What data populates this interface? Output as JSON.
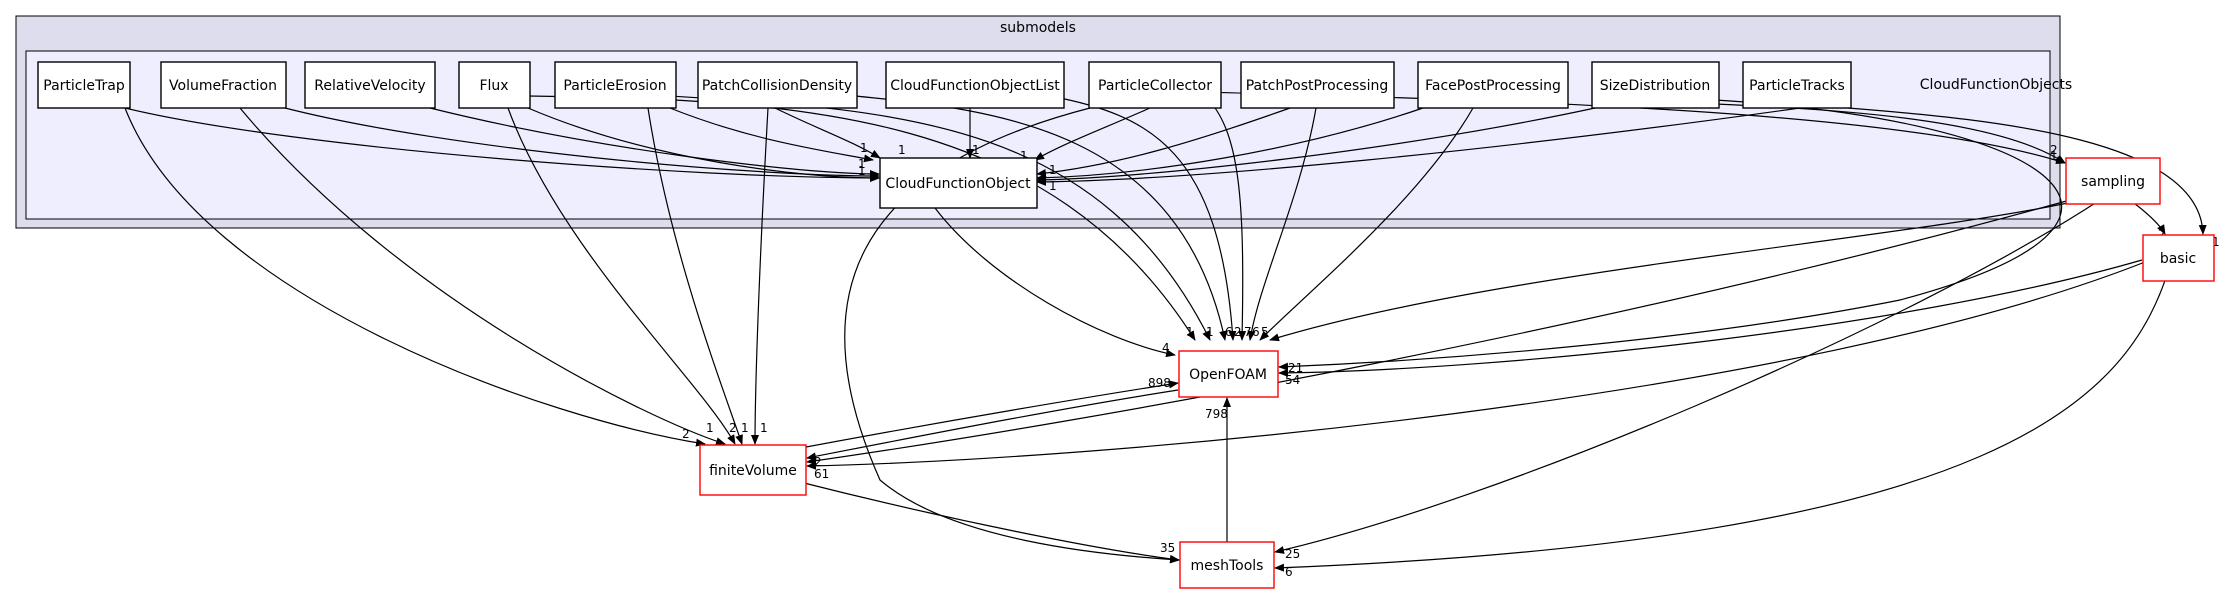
{
  "clusters": {
    "outer": {
      "label": "submodels"
    },
    "inner": {
      "label": "CloudFunctionObjects"
    }
  },
  "colors": {
    "outer_fill": "#dddded",
    "inner_fill": "#eeeeff",
    "internal_stroke": "#000000",
    "external_stroke": "#ff0000",
    "edge": "#000000"
  },
  "nodes": {
    "particle_trap": "ParticleTrap",
    "volume_fraction": "VolumeFraction",
    "relative_velocity": "RelativeVelocity",
    "flux": "Flux",
    "particle_erosion": "ParticleErosion",
    "patch_collision_density": "PatchCollisionDensity",
    "cloud_function_object_list": "CloudFunctionObjectList",
    "particle_collector": "ParticleCollector",
    "patch_post_processing": "PatchPostProcessing",
    "face_post_processing": "FacePostProcessing",
    "size_distribution": "SizeDistribution",
    "particle_tracks": "ParticleTracks",
    "cloud_function_object": "CloudFunctionObject",
    "sampling": "sampling",
    "basic": "basic",
    "openfoam": "OpenFOAM",
    "finite_volume": "finiteVolume",
    "mesh_tools": "meshTools"
  },
  "edge_counts": {
    "into_cfo_left_a": "1",
    "into_cfo_left_b": "1",
    "into_cfo_left_c": "1",
    "into_cfo_top_a": "1",
    "into_cfo_top_b": "1",
    "into_cfo_right_a": "1",
    "into_cfo_right_b": "1",
    "into_cfo_right_c": "1",
    "into_openfoam_left": "4",
    "into_openfoam_top_a": "1",
    "into_openfoam_top_b": "1",
    "into_openfoam_top_c": "6",
    "into_openfoam_top_d": "2",
    "into_openfoam_top_e": "7",
    "into_openfoam_top_f": "6",
    "into_openfoam_top_g": "5",
    "into_openfoam_right_a": "21",
    "into_openfoam_right_b": "54",
    "into_openfoam_from_fv": "898",
    "into_openfoam_from_mt": "798",
    "into_fv_a": "2",
    "into_fv_b": "1",
    "into_fv_c": "2",
    "into_fv_d": "1",
    "into_fv_e": "1",
    "into_fv_right_a": "2",
    "into_fv_right_b": "61",
    "into_sampling_a": "2",
    "into_sampling_b": "1",
    "into_basic_top": "2",
    "into_basic_right": "1",
    "into_mt_left": "35",
    "into_mt_right_a": "25",
    "into_mt_right_b": "6"
  }
}
